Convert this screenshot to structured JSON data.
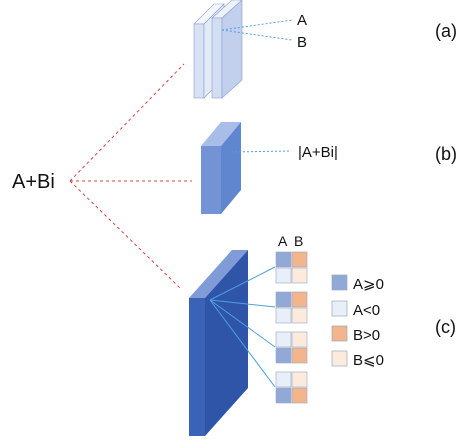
{
  "source_label": "A+Bi",
  "panels": {
    "a": {
      "label": "(a)",
      "channel_labels": [
        "A",
        "B"
      ]
    },
    "b": {
      "label": "(b)",
      "magnitude_label": "|A+Bi|"
    },
    "c": {
      "label": "(c)",
      "column_headers": [
        "A",
        "B"
      ],
      "tile_patterns": [
        [
          "A≥0",
          "B>0",
          "A<0",
          "B≤0"
        ],
        [
          "A≥0",
          "B>0",
          "A<0",
          "B≤0"
        ],
        [
          "A<0",
          "B≤0",
          "A≥0",
          "B>0"
        ],
        [
          "A<0",
          "B≤0",
          "A≥0",
          "B>0"
        ]
      ]
    }
  },
  "legend": [
    {
      "label": "A⩾0",
      "color": "#92a9d8"
    },
    {
      "label": "A<0",
      "color": "#e9eff8"
    },
    {
      "label": "B>0",
      "color": "#f2b58c"
    },
    {
      "label": "B⩽0",
      "color": "#fcebdd"
    }
  ],
  "colors": {
    "connector_red": "#d9453a",
    "leader_blue": "#4f9fe0",
    "slab_light": "#c2d0ee",
    "slab_mid": "#5f86cf",
    "slab_dark": "#2f55a8"
  }
}
